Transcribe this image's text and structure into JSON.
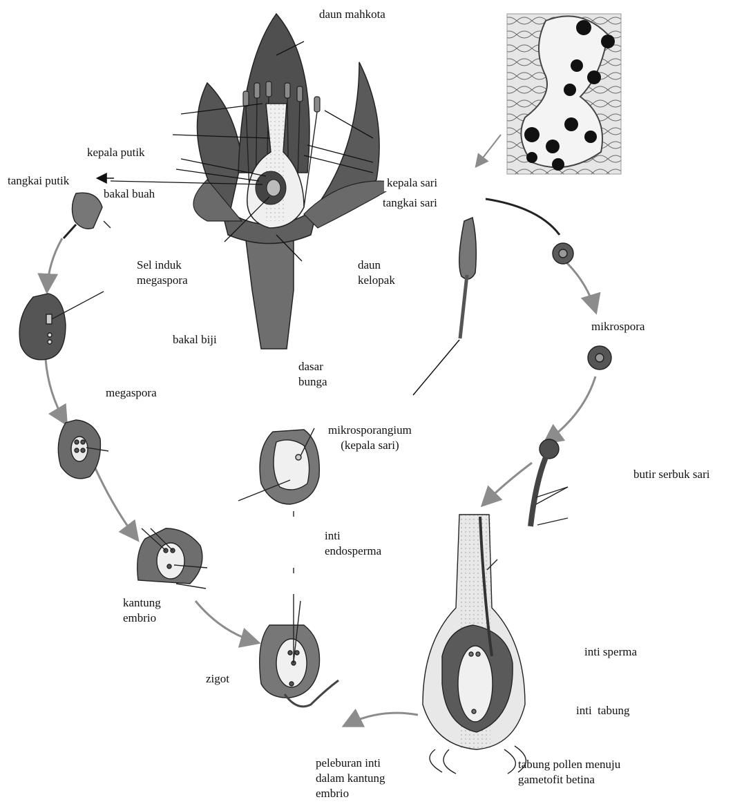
{
  "diagram": {
    "labels": {
      "daun_mahkota": "daun mahkota",
      "kepala_putik": "kepala putik",
      "tangkai_putik": "tangkai putik",
      "bakal_buah": "bakal buah",
      "kepala_sari": "kepala sari",
      "tangkai_sari": "tangkai sari",
      "sel_induk_line1": "Sel induk",
      "sel_induk_line2": "megaspora",
      "daun_kelopak_line1": "daun",
      "daun_kelopak_line2": "kelopak",
      "bakal_biji": "bakal biji",
      "dasar_bunga_line1": "dasar",
      "dasar_bunga_line2": "bunga",
      "mikrospora": "mikrospora",
      "megaspora": "megaspora",
      "mikrosporangium_line1": "mikrosporangium",
      "mikrosporangium_line2": "(kepala sari)",
      "butir_serbuk_sari": "butir serbuk sari",
      "inti_endosperma_line1": "inti",
      "inti_endosperma_line2": "endosperma",
      "kantung_embrio_line1": "kantung",
      "kantung_embrio_line2": "embrio",
      "inti_sperma": "inti sperma",
      "zigot": "zigot",
      "inti_tabung": "inti  tabung",
      "peleburan_line1": "peleburan inti",
      "peleburan_line2": "dalam kantung",
      "peleburan_line3": "embrio",
      "tabung_pollen_line1": "tabung pollen menuju",
      "tabung_pollen_line2": "gametofit betina"
    },
    "colors": {
      "petal": "#5a5a5a",
      "ovule": "#7a7a7a",
      "ovule_inner": "#efefef",
      "arrow": "#8c8c8c",
      "line": "#111111"
    }
  }
}
